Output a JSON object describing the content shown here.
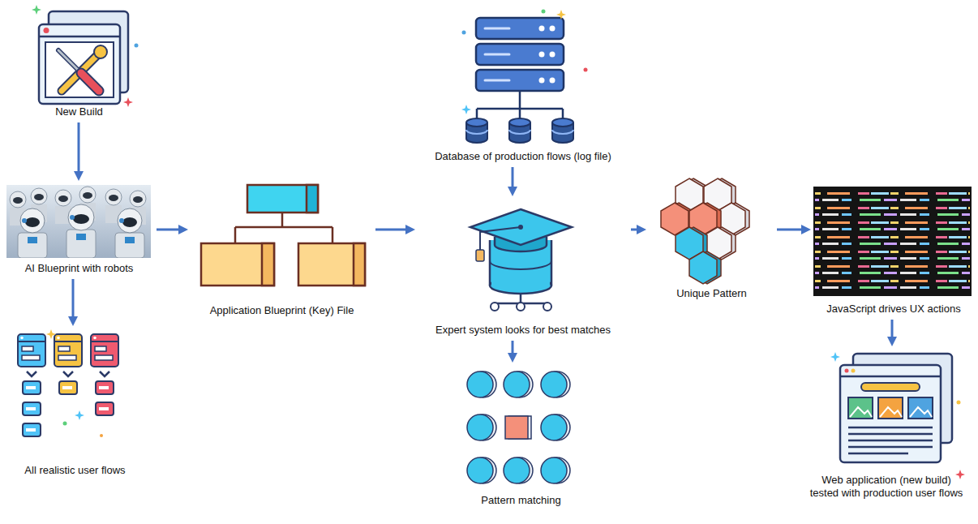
{
  "diagram": {
    "nodes": [
      {
        "text": [
          "New Build"
        ]
      },
      {
        "text": [
          "AI Blueprint with robots"
        ]
      },
      {
        "text": [
          "All realistic user flows"
        ]
      },
      {
        "text": [
          "Application Blueprint (Key) File"
        ]
      },
      {
        "text": [
          "Database of production flows (log file)"
        ]
      },
      {
        "text": [
          "Expert system looks for best matches"
        ]
      },
      {
        "text": [
          "Pattern matching"
        ]
      },
      {
        "text": [
          "Unique Pattern"
        ]
      },
      {
        "text": [
          "JavaScript drives UX actions"
        ]
      },
      {
        "text": [
          "Web application (new build) tested with production user flows"
        ]
      }
    ],
    "edges": [
      {
        "from": 0,
        "to": 1,
        "arrow": "to"
      },
      {
        "from": 1,
        "to": 2,
        "arrow": "to"
      },
      {
        "from": 1,
        "to": 3,
        "arrow": "to"
      },
      {
        "from": 3,
        "to": 5,
        "arrow": "to"
      },
      {
        "from": 4,
        "to": 5,
        "arrow": "to"
      },
      {
        "from": 5,
        "to": 6,
        "arrow": "to"
      },
      {
        "from": 5,
        "to": 7,
        "arrow": "to"
      },
      {
        "from": 7,
        "to": 8,
        "arrow": "to"
      },
      {
        "from": 8,
        "to": 9,
        "arrow": "to"
      }
    ]
  }
}
